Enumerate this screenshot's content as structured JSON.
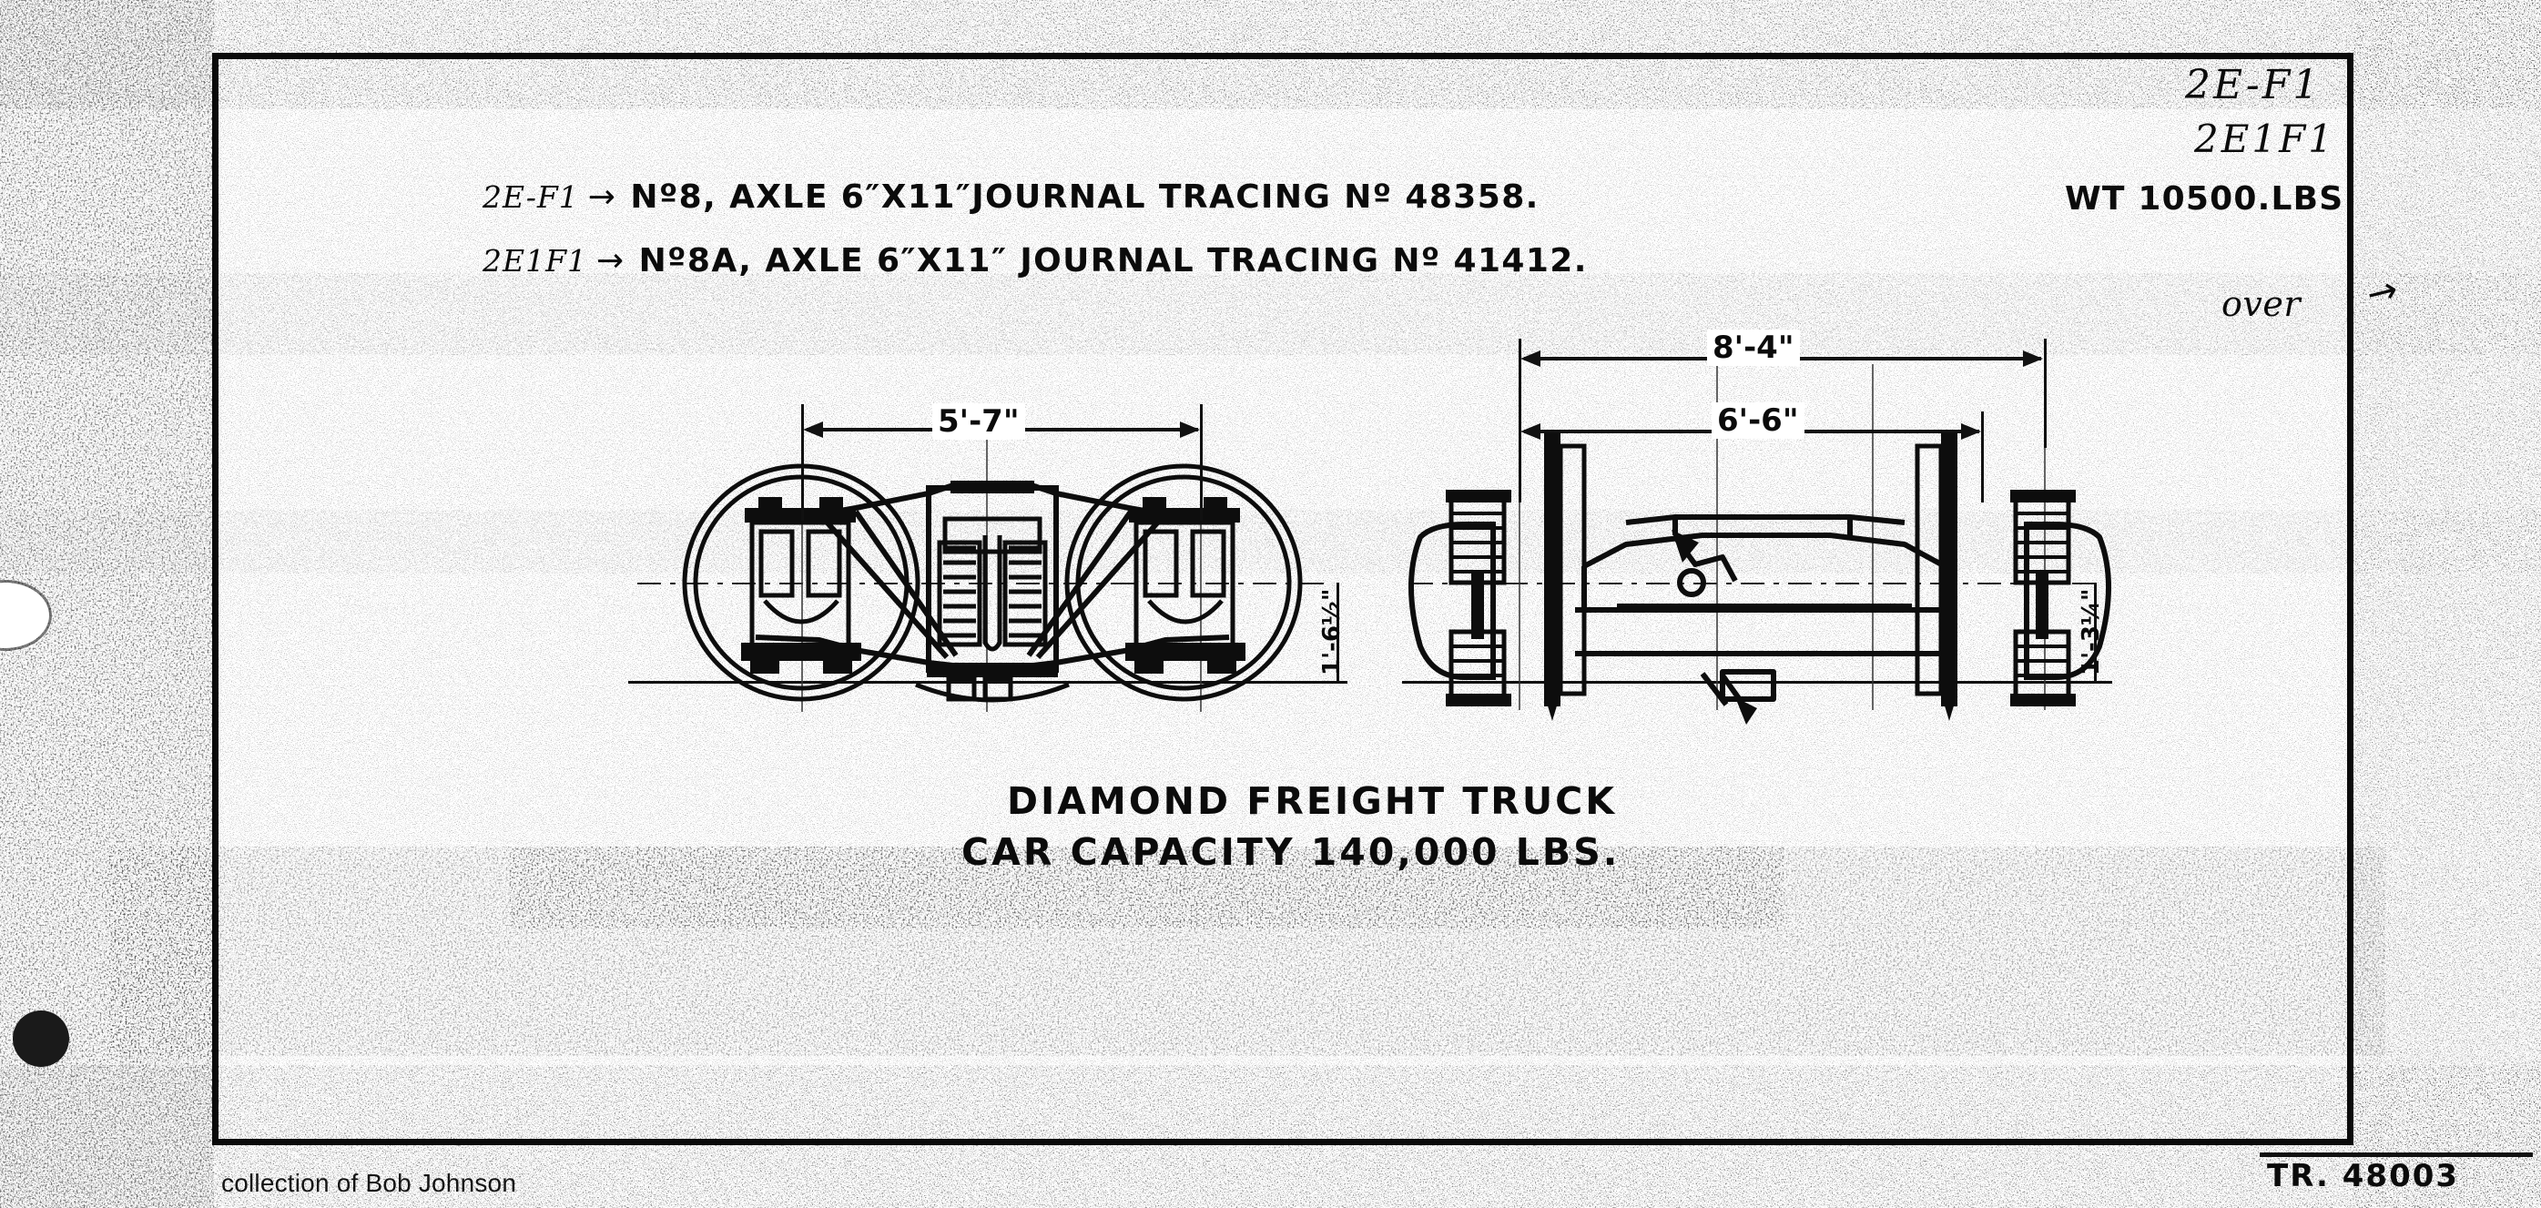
{
  "document": {
    "kind": "scanned-engineering-drawing",
    "sheet_background": "#ffffff",
    "ink_color": "#0b0b0b"
  },
  "header": {
    "corner_code_1": "2E-F1",
    "corner_code_2": "2E1F1",
    "weight_note": "WT 10500.LBS.",
    "over_note": "over",
    "over_arrow": "→"
  },
  "spec_lines": [
    {
      "tag": "2E-F1",
      "arrow": "→",
      "body": "Nº8, AXLE 6″X11″JOURNAL   TRACING Nº 48358.",
      "part_no": "Nº8",
      "axle": "AXLE 6″X11″JOURNAL",
      "tracing": "TRACING Nº 48358."
    },
    {
      "tag": "2E1F1",
      "arrow": "→",
      "body": "Nº8A, AXLE 6″X11″ JOURNAL   TRACING Nº 41412.",
      "part_no": "Nº8A",
      "axle": "AXLE 6″X11″ JOURNAL",
      "tracing": "TRACING Nº 41412."
    }
  ],
  "title_block": {
    "line_1": "DIAMOND FREIGHT TRUCK",
    "line_2": "CAR CAPACITY 140,000 LBS."
  },
  "dimensions": {
    "side_wheelbase": "5'-7\"",
    "end_overall": "8'-4\"",
    "end_gauge": "6'-6\"",
    "side_height": "1'-6½\"",
    "end_height": "1'-3¼\""
  },
  "footer": {
    "drawing_number": "TR. 48003",
    "collection_credit": "collection of Bob Johnson"
  },
  "views": {
    "side_view_label": "side-elevation",
    "end_view_label": "end-elevation"
  }
}
